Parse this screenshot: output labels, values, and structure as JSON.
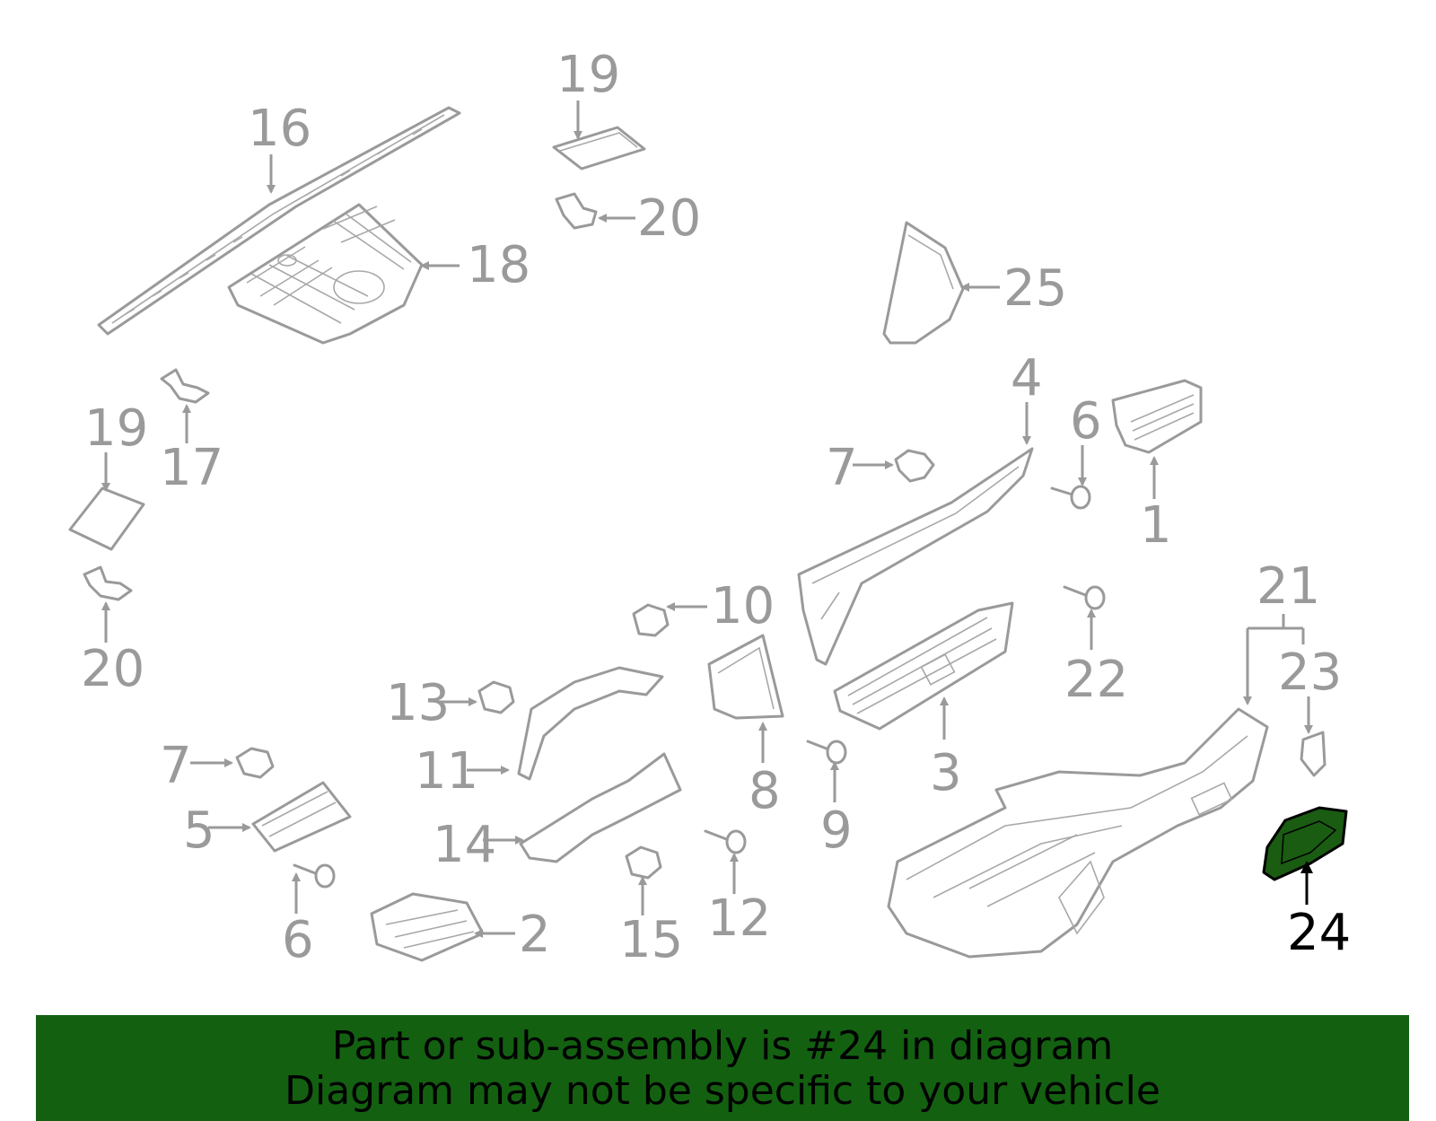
{
  "callouts": {
    "c1": "1",
    "c2": "2",
    "c3": "3",
    "c4": "4",
    "c5": "5",
    "c6a": "6",
    "c6b": "6",
    "c7a": "7",
    "c7b": "7",
    "c8": "8",
    "c9": "9",
    "c10": "10",
    "c11": "11",
    "c12": "12",
    "c13": "13",
    "c14": "14",
    "c15": "15",
    "c16": "16",
    "c17": "17",
    "c18": "18",
    "c19a": "19",
    "c19b": "19",
    "c20a": "20",
    "c20b": "20",
    "c21": "21",
    "c22": "22",
    "c23": "23",
    "c24": "24",
    "c25": "25"
  },
  "highlight": {
    "part": "24",
    "color": "#1a5c12"
  },
  "colors": {
    "line": "#9a9a9a",
    "banner": "#136011",
    "text": "#000000"
  },
  "banner": {
    "line1": "Part or sub-assembly is #24 in diagram",
    "line2": "Diagram may not be specific to your vehicle"
  }
}
